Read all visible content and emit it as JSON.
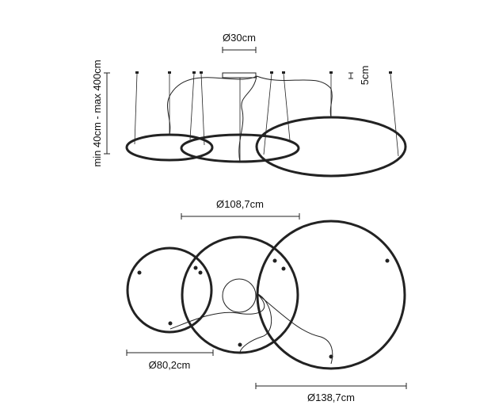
{
  "top_view": {
    "canopy_diameter": "Ø30cm",
    "height_range": "min 40cm - max 400cm",
    "canopy_height": "5cm"
  },
  "bottom_view": {
    "medium_ring_diameter": "Ø108,7cm",
    "small_ring_diameter": "Ø80,2cm",
    "large_ring_diameter": "Ø138,7cm"
  },
  "colors": {
    "line": "#222222"
  }
}
